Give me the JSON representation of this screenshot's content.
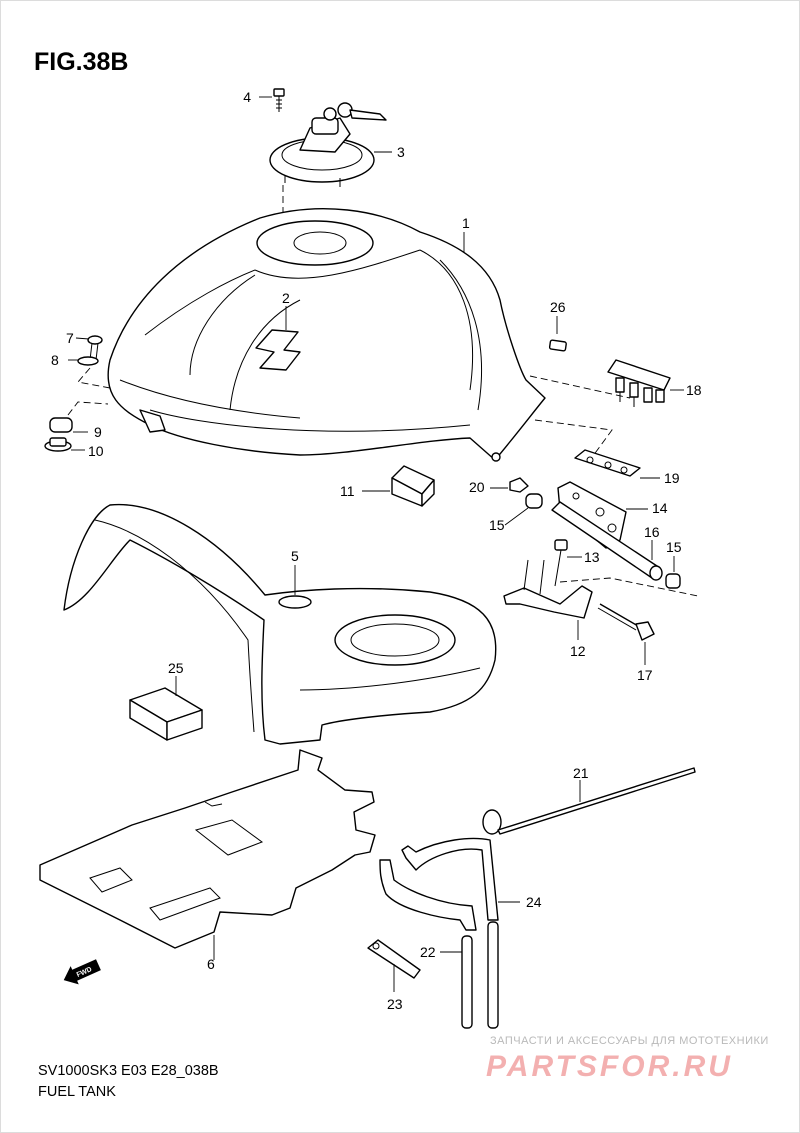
{
  "figure": {
    "title": "FIG.38B",
    "model_code": "SV1000SK3 E03 E28_038B",
    "section_name": "FUEL TANK"
  },
  "direction_badge": {
    "text": "FWD",
    "icon": "forward-arrow-icon"
  },
  "callouts": [
    "1",
    "2",
    "3",
    "4",
    "5",
    "6",
    "7",
    "8",
    "9",
    "10",
    "11",
    "12",
    "13",
    "14",
    "15",
    "15",
    "16",
    "17",
    "18",
    "19",
    "20",
    "21",
    "22",
    "23",
    "24",
    "25",
    "26"
  ],
  "watermark": {
    "tagline": "ЗАПЧАСТИ И АКСЕССУАРЫ ДЛЯ МОТОТЕХНИКИ",
    "logo": "PARTSFOR.RU",
    "color": "#f3b0b0"
  },
  "colors": {
    "line": "#000000",
    "background": "#ffffff"
  }
}
